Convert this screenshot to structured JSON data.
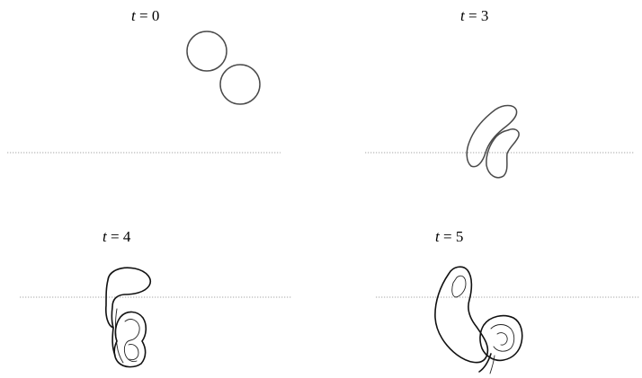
{
  "panels": [
    {
      "label": "t = 0"
    },
    {
      "label": "t = 3"
    },
    {
      "label": "t = 4"
    },
    {
      "label": "t = 5"
    }
  ],
  "colors": {
    "contour": "#4a4a4a",
    "contour_dark": "#111111",
    "surface_dotted_line": "#b9b9b9",
    "background": "#ffffff"
  }
}
